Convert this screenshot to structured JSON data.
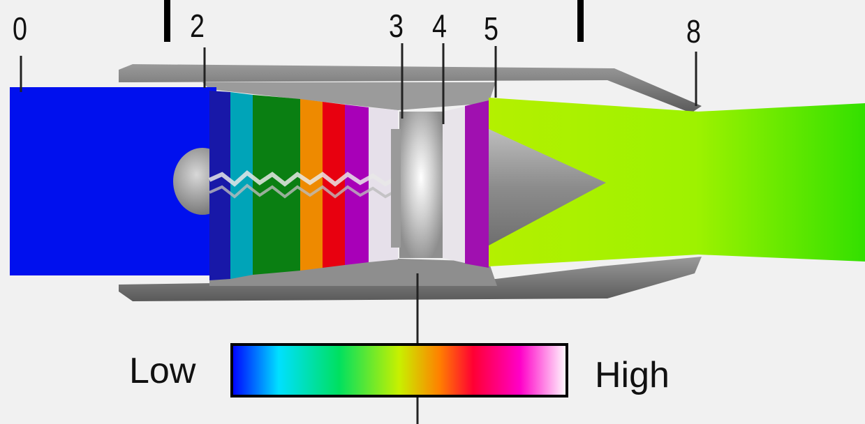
{
  "stations": {
    "s0": "0",
    "s2": "2",
    "s3": "3",
    "s4": "4",
    "s5": "5",
    "s8": "8"
  },
  "legend": {
    "low": "Low",
    "high": "High",
    "gradient_stops": [
      "#0000ff",
      "#00e0ff",
      "#00e060",
      "#c8f000",
      "#ff8000",
      "#ff0033",
      "#ff00c8",
      "#ffffff"
    ]
  },
  "colors": {
    "freestream": "#0010ee",
    "nozzle_flow_start": "#b4f000",
    "nozzle_flow_end": "#33e000",
    "casing": "#8a8a8a",
    "background": "#f1f1f1"
  }
}
